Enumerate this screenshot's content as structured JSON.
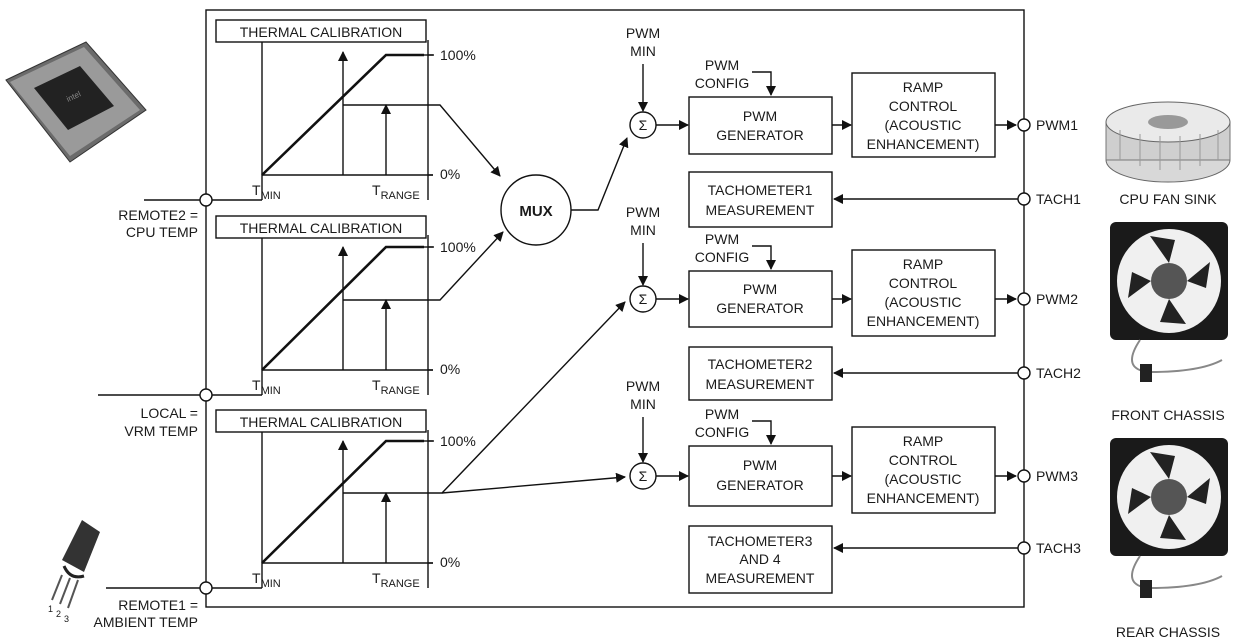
{
  "thermal_calibration": {
    "title": "THERMAL CALIBRATION",
    "pct_high": "100%",
    "pct_low": "0%",
    "t_min": "T",
    "t_min_sub": "MIN",
    "t_range": "T",
    "t_range_sub": "RANGE"
  },
  "inputs": {
    "remote2": [
      "REMOTE2 =",
      "CPU TEMP"
    ],
    "local": [
      "LOCAL =",
      "VRM TEMP"
    ],
    "remote1": [
      "REMOTE1 =",
      "AMBIENT TEMP"
    ]
  },
  "mux_label": "MUX",
  "sum_symbol": "Σ",
  "pwm_min": [
    "PWM",
    "MIN"
  ],
  "pwm_config": [
    "PWM",
    "CONFIG"
  ],
  "pwm_generator": [
    "PWM",
    "GENERATOR"
  ],
  "ramp_control": [
    "RAMP",
    "CONTROL",
    "(ACOUSTIC",
    "ENHANCEMENT)"
  ],
  "tach_measure": {
    "t1": [
      "TACHOMETER1",
      "MEASUREMENT"
    ],
    "t2": [
      "TACHOMETER2",
      "MEASUREMENT"
    ],
    "t3": [
      "TACHOMETER3",
      "AND 4",
      "MEASUREMENT"
    ]
  },
  "pins": {
    "pwm1": "PWM1",
    "tach1": "TACH1",
    "pwm2": "PWM2",
    "tach2": "TACH2",
    "pwm3": "PWM3",
    "tach3": "TACH3"
  },
  "devices": {
    "cpu_fan": "CPU FAN SINK",
    "front": "FRONT CHASSIS",
    "rear": "REAR CHASSIS"
  }
}
